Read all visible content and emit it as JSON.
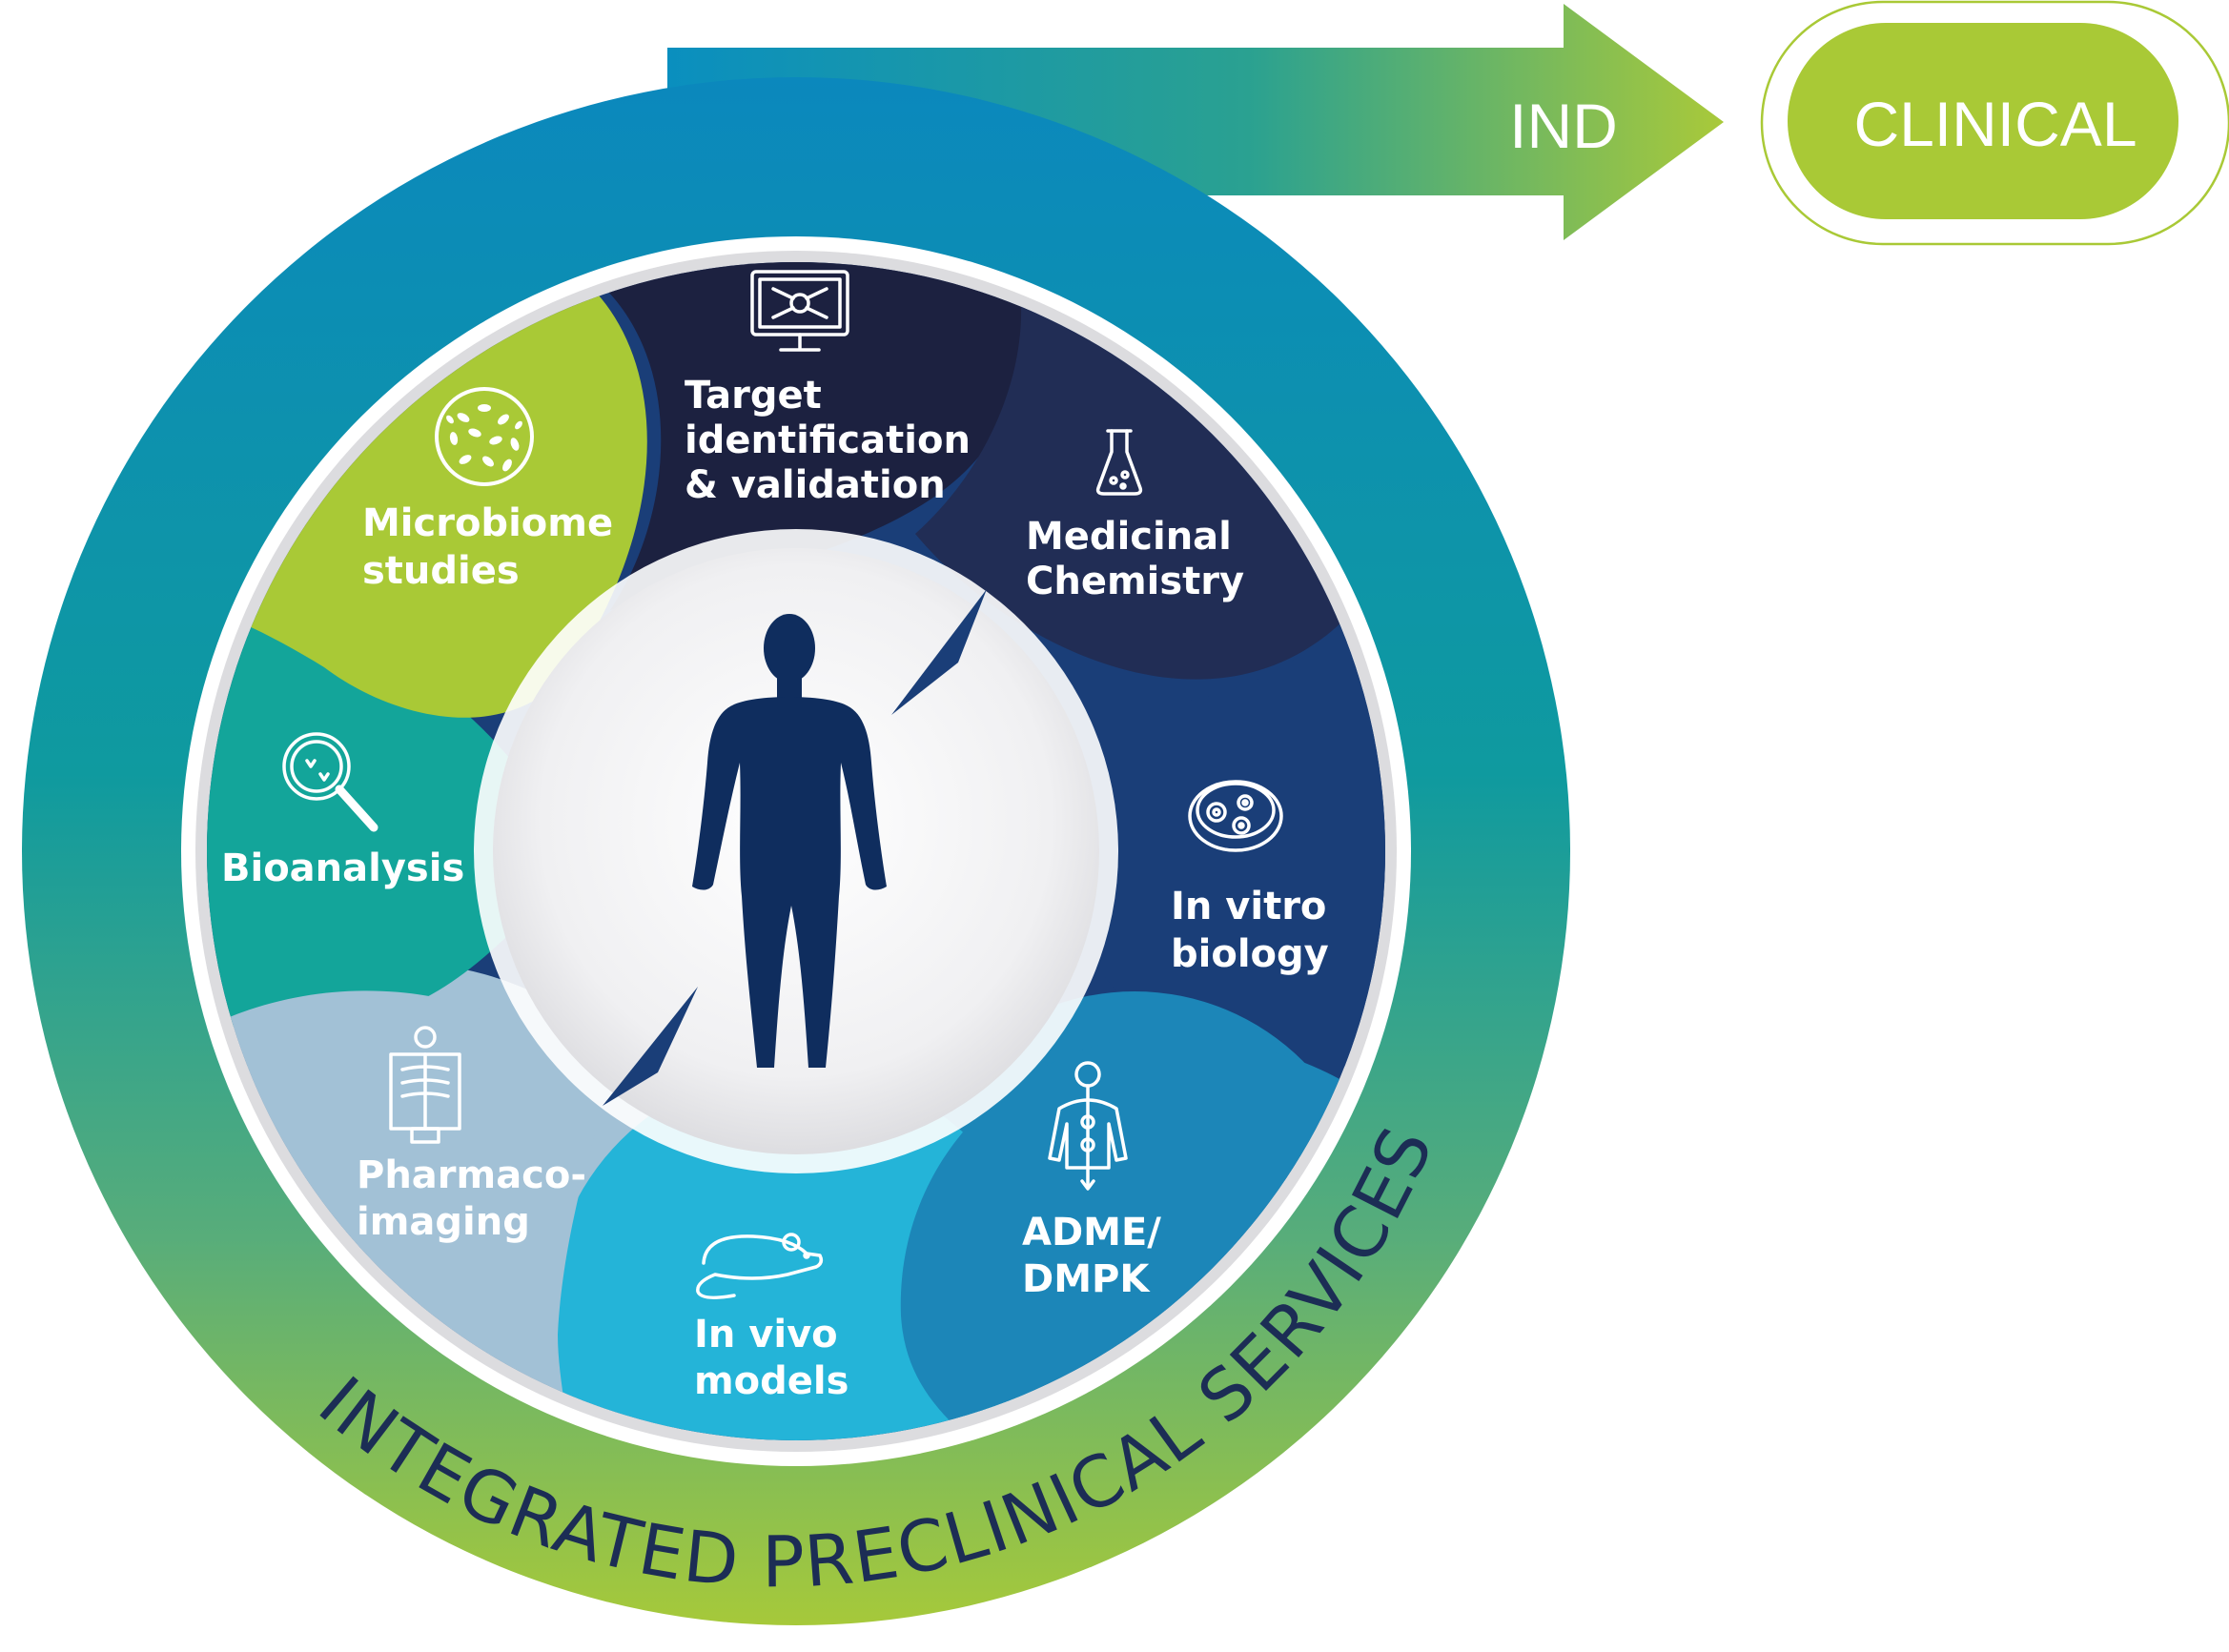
{
  "ring_title": "INTEGRATED PRECLINICAL SERVICES",
  "arrow_label": "IND",
  "clinical_label": "CLINICAL",
  "segments": [
    {
      "key": "target",
      "icon": "monitor-network-icon",
      "lines": [
        "Target",
        "identification",
        "& validation"
      ]
    },
    {
      "key": "medchem",
      "icon": "flask-icon",
      "lines": [
        "Medicinal",
        "Chemistry"
      ]
    },
    {
      "key": "invitro",
      "icon": "petri-dish-icon",
      "lines": [
        "In vitro",
        "biology"
      ]
    },
    {
      "key": "adme",
      "icon": "human-metabolism-icon",
      "lines": [
        "ADME/",
        "DMPK"
      ]
    },
    {
      "key": "invivo",
      "icon": "mouse-icon",
      "lines": [
        "In vivo",
        "models"
      ]
    },
    {
      "key": "pharmaco",
      "icon": "xray-torso-icon",
      "lines": [
        "Pharmaco-",
        "imaging"
      ]
    },
    {
      "key": "bioanalysis",
      "icon": "magnifier-icon",
      "lines": [
        "Bioanalysis"
      ]
    },
    {
      "key": "microbiome",
      "icon": "bacteria-dish-icon",
      "lines": [
        "Microbiome",
        "studies"
      ]
    }
  ],
  "colors": {
    "ring_top": "#0b88bd",
    "ring_mid": "#119a9e",
    "ring_bottom": "#a6c93a",
    "arrow_start": "#0a8fbf",
    "arrow_end": "#a9c93a",
    "clinical_pill": "#a9c936",
    "target": "#1c2140",
    "medchem": "#212d55",
    "invitro": "#1a3e78",
    "adme": "#1c86b8",
    "invivo": "#24b4d8",
    "pharmaco": "#a2c1d6",
    "bioanalysis": "#13a59a",
    "microbiome": "#a9c936",
    "human": "#0f2d5e"
  }
}
